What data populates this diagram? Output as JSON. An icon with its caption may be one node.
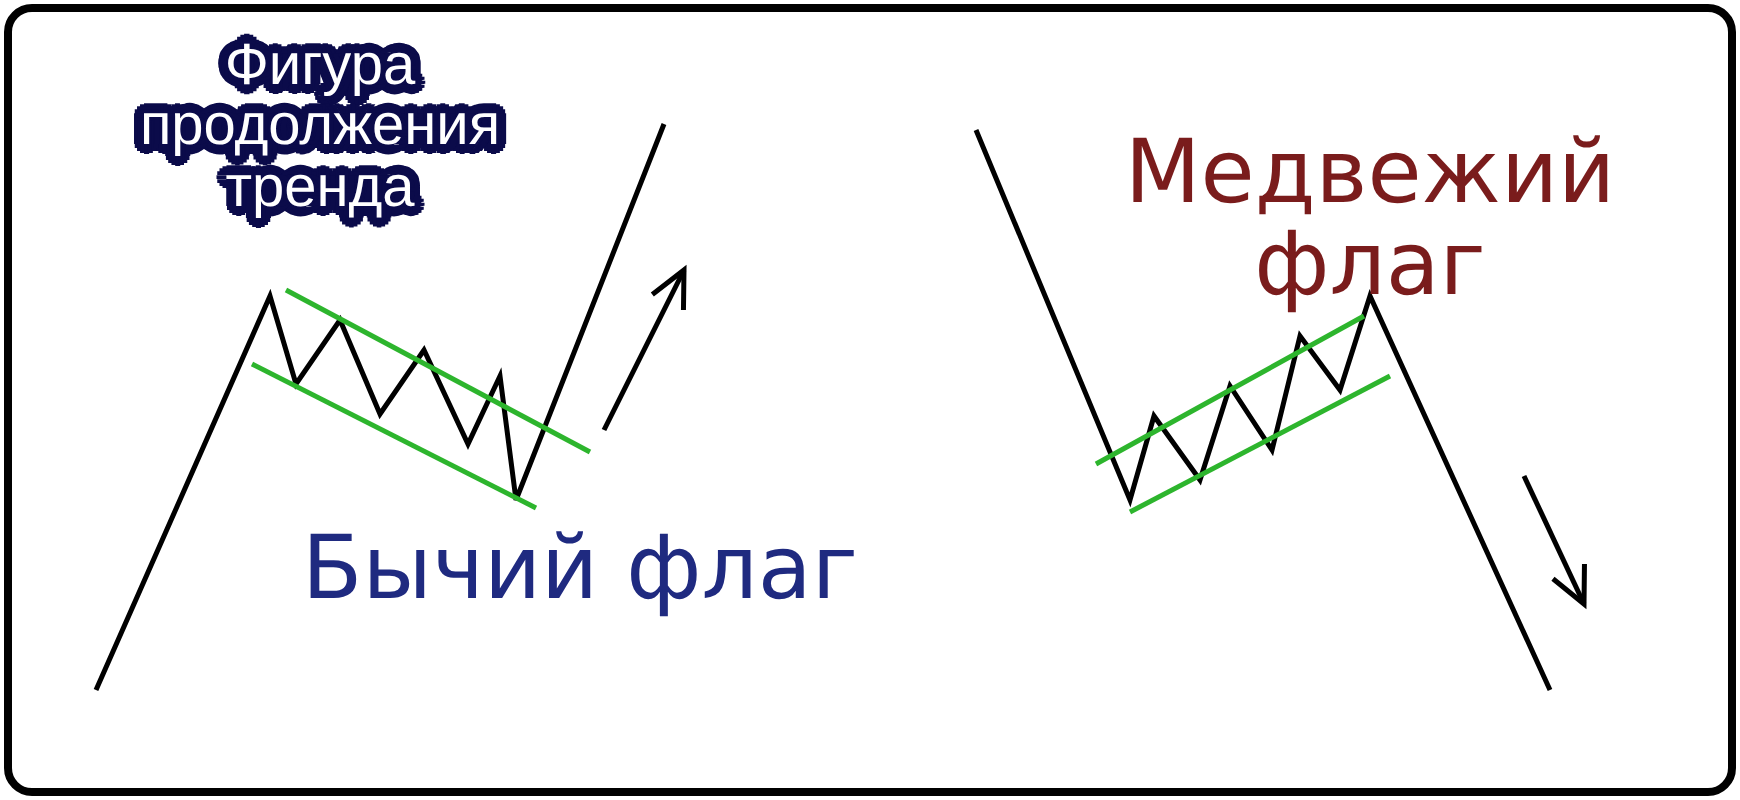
{
  "diagram": {
    "labels": [
      "Фигура продолжения тренда",
      "Бычий флаг",
      "Медвежий флаг"
    ]
  }
}
